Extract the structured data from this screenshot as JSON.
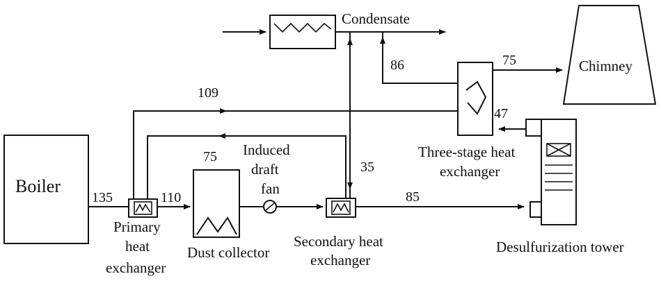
{
  "labels": {
    "boiler": "Boiler",
    "condensate": "Condensate",
    "chimney": "Chimney",
    "primary_heat_exchanger": [
      "Primary",
      "heat",
      "exchanger"
    ],
    "dust_collector": "Dust collector",
    "induced_draft_fan": [
      "Induced",
      "draft",
      "fan"
    ],
    "secondary_heat_exchanger": [
      "Secondary heat",
      "exchanger"
    ],
    "three_stage_heat_exchanger": [
      "Three-stage heat",
      "exchanger"
    ],
    "desulfurization_tower": "Desulfurization tower"
  },
  "temperatures": {
    "boiler_outlet": "135",
    "primary_outlet": "110",
    "dust_collector": "75",
    "secondary_outlet": "85",
    "primary_return": "109",
    "tower_outlet": "47",
    "chimney_inlet": "75",
    "water_loop": "86",
    "secondary_water": "35"
  },
  "colors": {
    "line": "#111111",
    "background": "#ffffff"
  }
}
